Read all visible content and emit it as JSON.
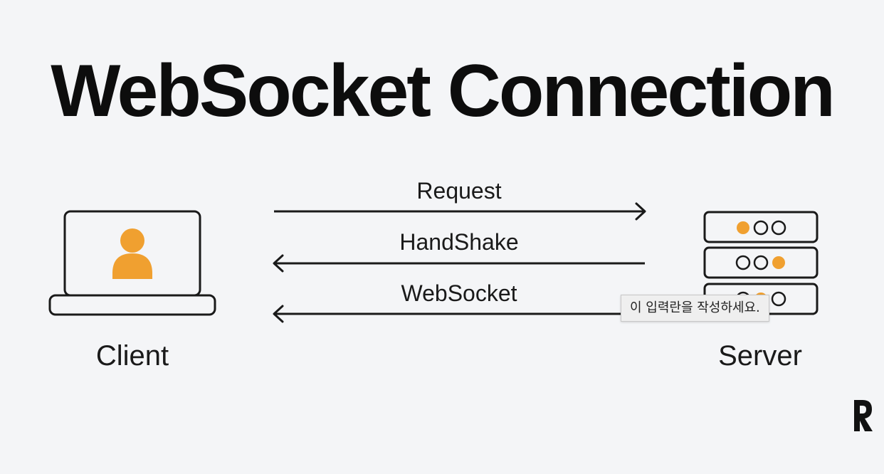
{
  "title": "WebSocket Connection",
  "client": {
    "label": "Client",
    "icon": "laptop-user-icon"
  },
  "server": {
    "label": "Server",
    "icon": "server-stack-icon"
  },
  "messages": [
    {
      "label": "Request",
      "direction": "client-to-server"
    },
    {
      "label": "HandShake",
      "direction": "server-to-client"
    },
    {
      "label": "WebSocket",
      "direction": "server-to-client"
    }
  ],
  "tooltip": {
    "text": "이 입력란을 작성하세요."
  },
  "colors": {
    "accent": "#f0a030",
    "stroke": "#1a1a1a",
    "background": "#f4f5f7"
  },
  "logo": {
    "icon": "brand-r-logo-icon"
  }
}
